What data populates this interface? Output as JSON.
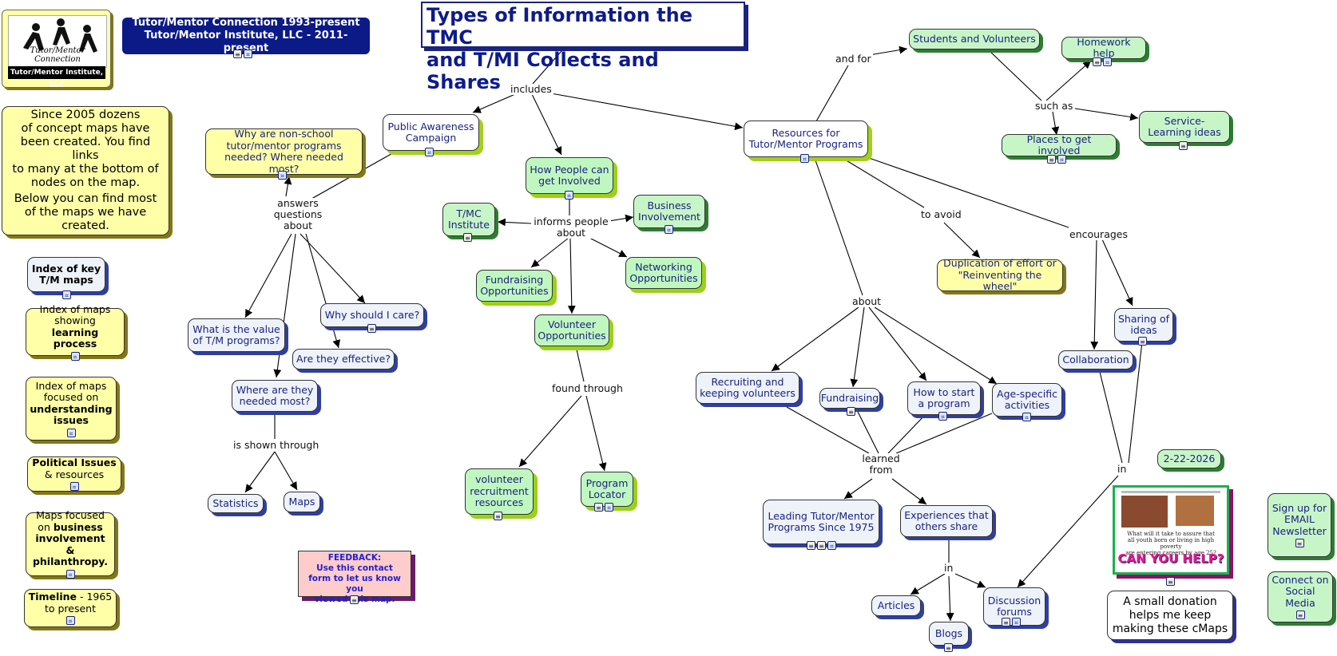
{
  "title": {
    "line1": "Types of Information the TMC",
    "line2": "and T/MI Collects and Shares"
  },
  "header": {
    "line1": "Tutor/Mentor Connection 1993-present",
    "line2": "Tutor/Mentor Institute, LLC - 2011-present"
  },
  "logo": {
    "caption_line1": "Tutor/Mentor",
    "caption_line2": "Connection",
    "bar": "Tutor/Mentor Institute, LLC"
  },
  "intro": {
    "p1": [
      "Since 2005 dozens",
      "of concept maps have",
      "been created. You find links",
      "to many at the bottom of",
      "nodes on the map."
    ],
    "p2": [
      "Below you can find most",
      "of the maps we have",
      "created."
    ]
  },
  "left_nodes": {
    "index_key": [
      "Index of key",
      "T/M maps"
    ],
    "learning_pre": "Index of maps showing",
    "learning_bold": "learning process",
    "understanding_pre": "Index of maps focused on",
    "understanding_bold": "understanding issues",
    "political_bold": "Political Issues",
    "political_post": "& resources",
    "business_pre": "Maps focused on",
    "business_bold": "business involvement & philanthropy.",
    "timeline_bold": "Timeline",
    "timeline_post": "- 1965 to present"
  },
  "feedback": [
    "FEEDBACK:",
    "Use this contact",
    "form to let us know you",
    "viewed this map."
  ],
  "nodes": {
    "public_awareness": "Public Awareness Campaign",
    "why_nonschool": "Why are non-school tutor/mentor programs needed? Where needed most?",
    "value": "What is the value of T/M programs?",
    "why_care": "Why should I care?",
    "effective": "Are they effective?",
    "where_needed": "Where are they needed most?",
    "statistics": "Statistics",
    "maps": "Maps",
    "how_people": "How People can get Involved",
    "tmc_institute": "T/MC Institute",
    "business_involvement": "Business Involvement",
    "fundraising_opp": "Fundraising Opportunities",
    "networking": "Networking Opportunities",
    "volunteer_opp": "Volunteer Opportunities",
    "volunteer_recruit": "volunteer recruitment resources",
    "program_locator": "Program Locator",
    "resources": "Resources for Tutor/Mentor Programs",
    "students": "Students and Volunteers",
    "homework": "Homework help",
    "service_learning": "Service-Learning ideas",
    "places": "Places to get involved",
    "duplication": "Duplication of effort or \"Reinventing the wheel\"",
    "sharing": "Sharing of ideas",
    "collaboration": "Collaboration",
    "recruiting": "Recruiting and keeping volunteers",
    "fundraising": "Fundraising",
    "start_program": "How to start a program",
    "age_specific": "Age-specific activities",
    "leading": "Leading Tutor/Mentor Programs Since 1975",
    "experiences": "Experiences that others share",
    "articles": "Articles",
    "blogs": "Blogs",
    "discussion": "Discussion forums",
    "date": "2-22-2026",
    "donation": "A small donation helps me keep making these cMaps",
    "signup": "Sign up for EMAIL Newsletter",
    "social": "Connect on Social Media"
  },
  "link_labels": {
    "includes": "includes",
    "answers": "answers questions about",
    "informs": "informs people about",
    "found_through": "found through",
    "is_shown_through": "is shown through",
    "and_for": "and for",
    "such_as": "such as",
    "to_avoid": "to avoid",
    "encourages": "encourages",
    "about": "about",
    "learned_from": "learned from",
    "in1": "in",
    "in2": "in"
  },
  "poster": {
    "line1": "What will it take to assure that",
    "line2": "all youth born or living in high poverty",
    "line3": "are entering careers by age 25?",
    "help": "CAN YOU HELP?"
  },
  "colors": {
    "node_blue": "#eef2f9",
    "node_green": "#c8f5c8",
    "node_yellow": "#ffffa8",
    "header_navy": "#0b1a87",
    "feedback_pink": "#ffcccc"
  },
  "icons": {
    "map": "concept-map-icon",
    "doc": "document-icon"
  }
}
